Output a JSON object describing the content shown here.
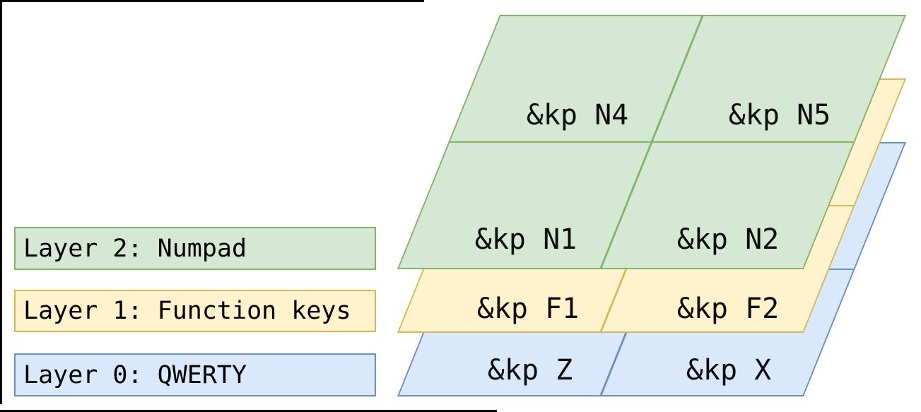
{
  "legend": [
    {
      "label": "Layer 2: Numpad"
    },
    {
      "label": "Layer 1: Function keys"
    },
    {
      "label": "Layer 0: QWERTY"
    }
  ],
  "stack": {
    "green": {
      "keys": [
        "&kp N4",
        "&kp N5",
        "&kp N1",
        "&kp N2"
      ]
    },
    "yellow": {
      "keys": [
        "&kp F1",
        "&kp F2"
      ]
    },
    "blue": {
      "keys": [
        "&kp Z",
        "&kp X"
      ]
    }
  },
  "colors": {
    "green_fill": "#d5e8d4",
    "green_stroke": "#82b366",
    "yellow_fill": "#fff2cc",
    "yellow_stroke": "#d6b656",
    "blue_fill": "#dae8fc",
    "blue_stroke": "#6c8ebf",
    "frame": "#000000"
  }
}
